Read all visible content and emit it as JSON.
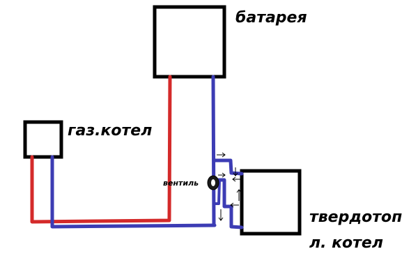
{
  "labels": {
    "battery": "батарея",
    "gas_boiler": "газ.котел",
    "solid_boiler_line1": "твердотоп",
    "solid_boiler_line2": "л. котел",
    "valve": "вентиль"
  },
  "colors": {
    "supply_pipe": "#d42a2a",
    "return_pipe": "#3c3cb4",
    "box_stroke": "#000000",
    "arrow": "#000000"
  }
}
